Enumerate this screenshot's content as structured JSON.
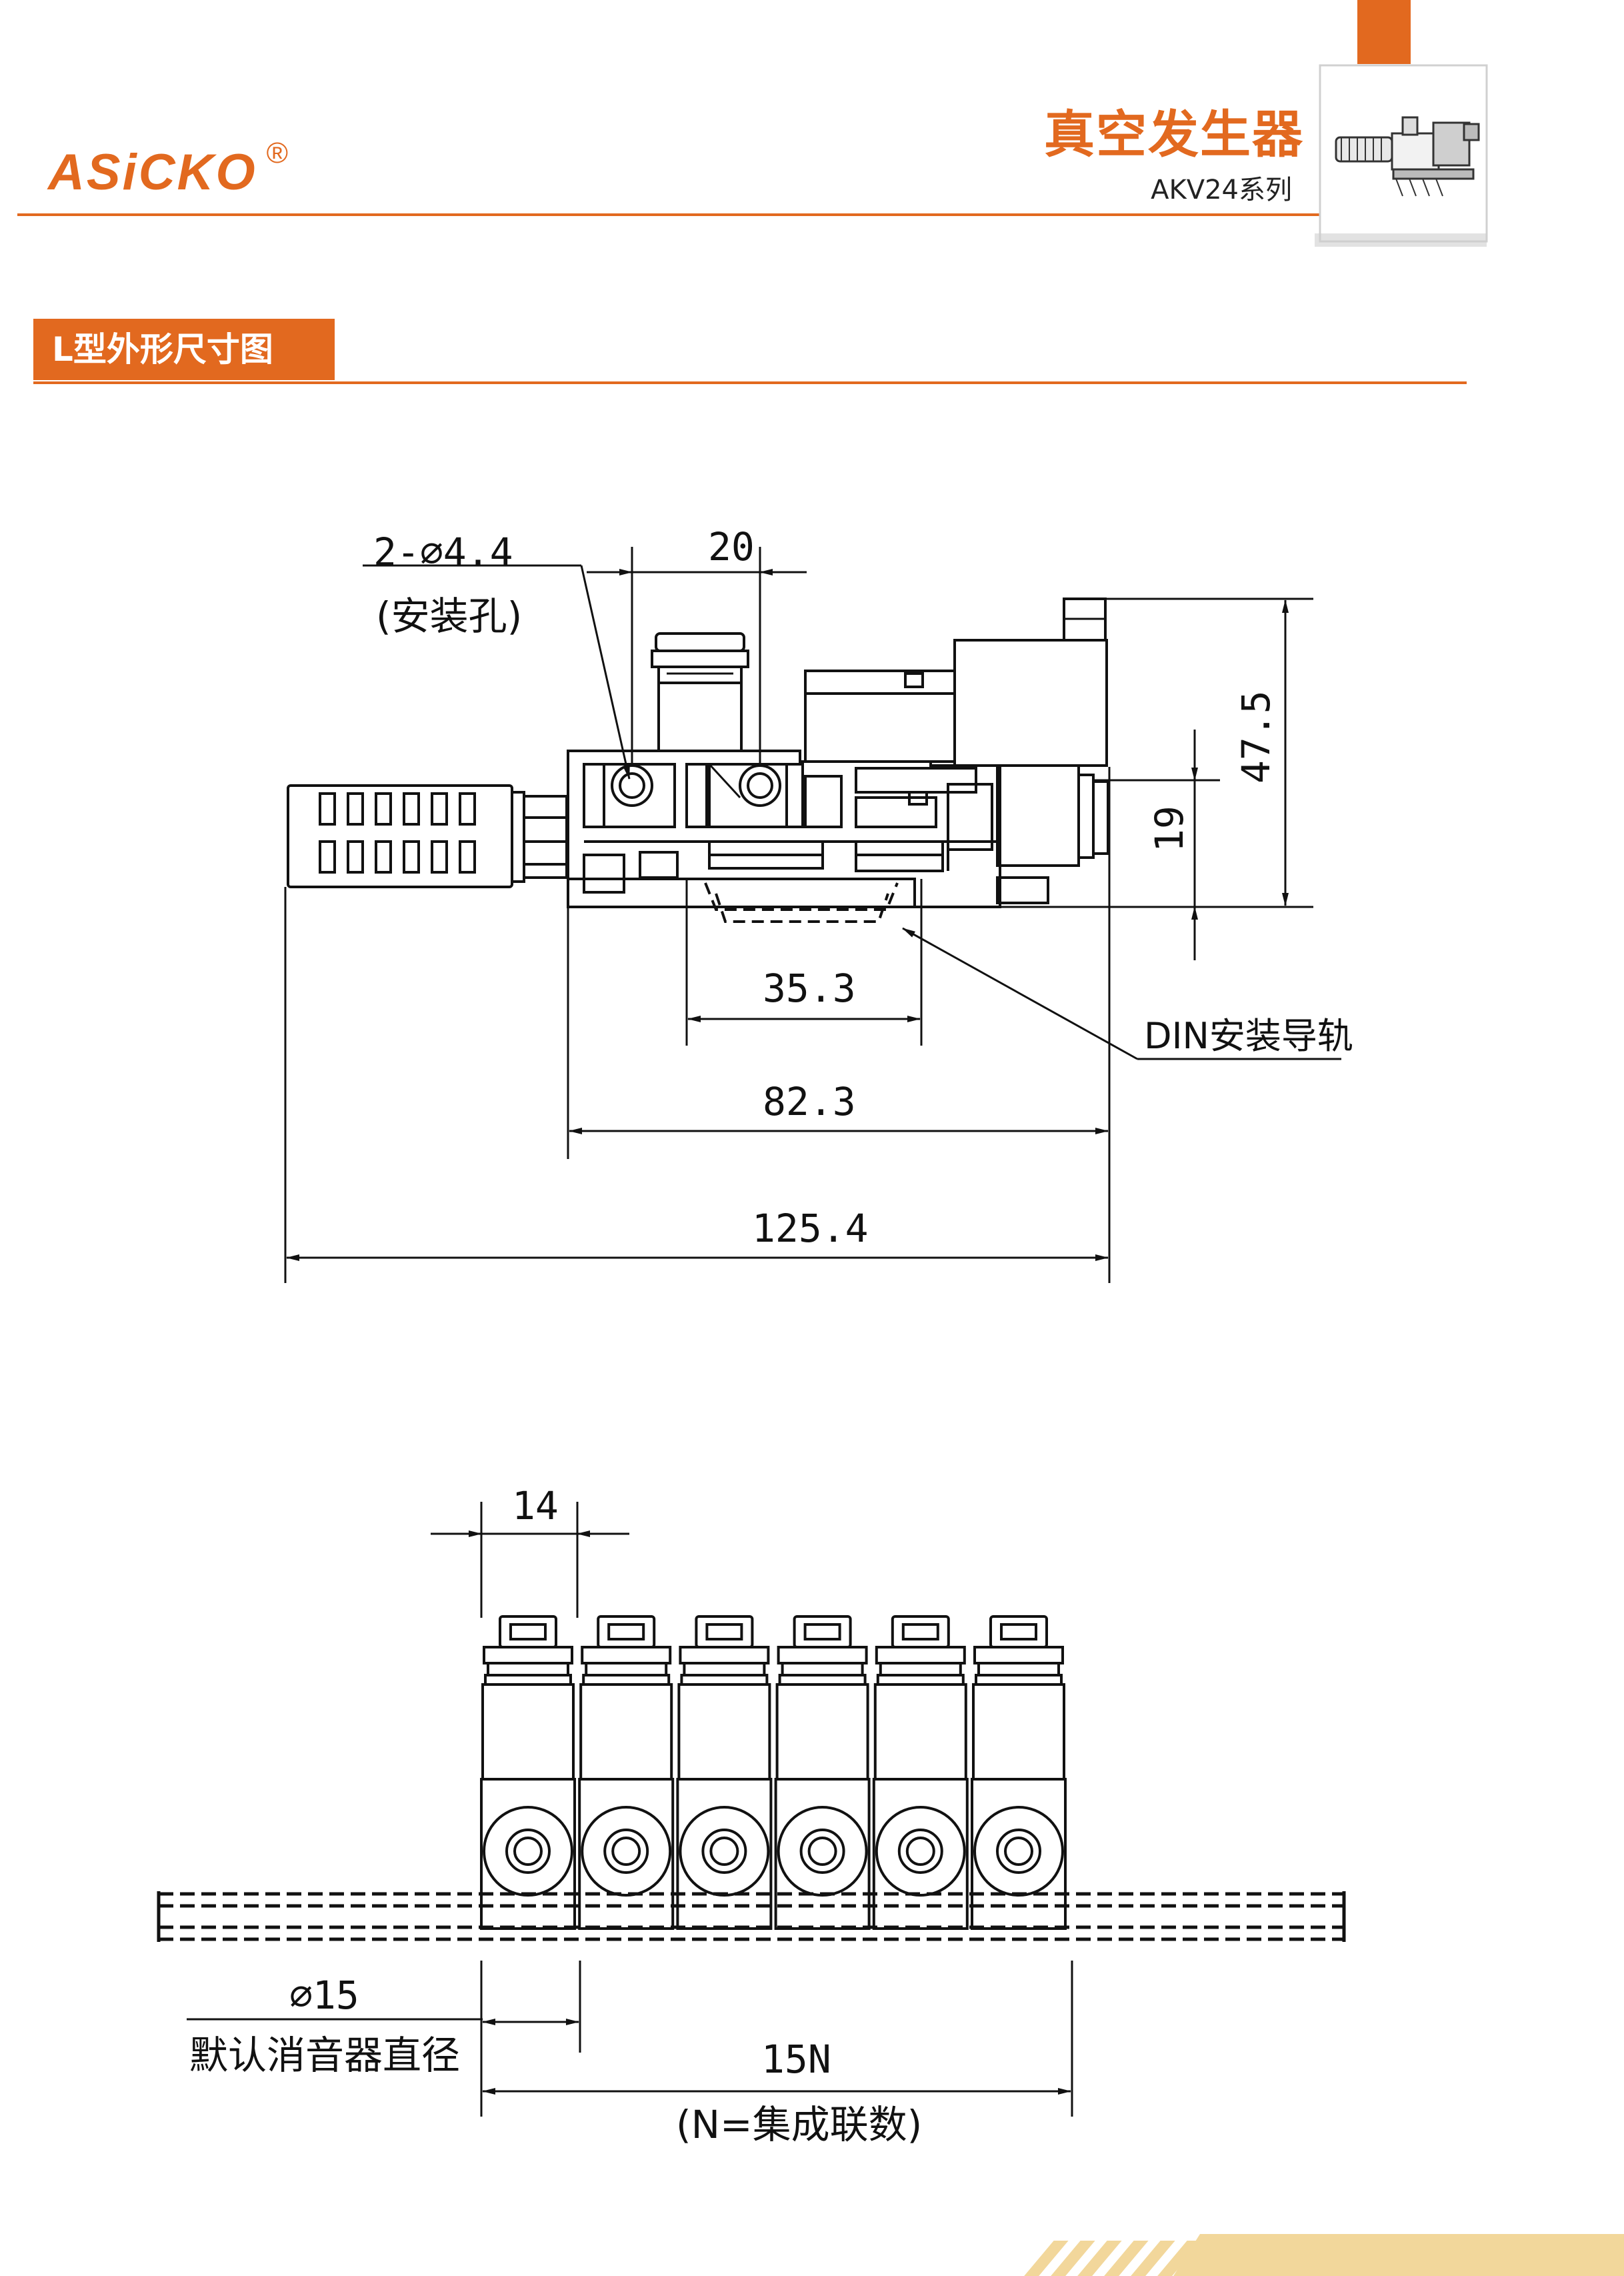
{
  "header": {
    "brand": "ASiCKO",
    "brand_mark": "®",
    "title": "真空发生器",
    "subtitle": "AKV24系列"
  },
  "section": {
    "title": "L型外形尺寸图"
  },
  "side_view": {
    "holes": "2-∅4.4",
    "holes_note": "(安装孔)",
    "dim_20": "20",
    "dim_47_5": "47.5",
    "dim_19": "19",
    "dim_35_3": "35.3",
    "rail_label": "DIN安装导轨",
    "dim_82_3": "82.3",
    "dim_125_4": "125.4"
  },
  "front_view": {
    "dim_14": "14",
    "silencer_dia": "∅15",
    "silencer_note": "默认消音器直径",
    "dim_15n": "15N",
    "dim_15n_note": "(N=集成联数)",
    "units": 6
  },
  "colors": {
    "accent": "#e2691f",
    "line": "#111111",
    "stripe": "#f2d79b"
  }
}
